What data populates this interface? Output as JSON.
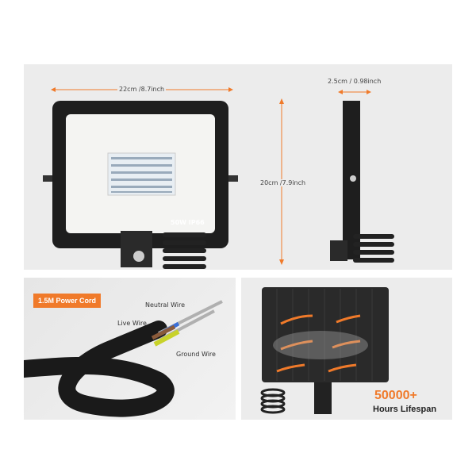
{
  "dimensions": {
    "width_label": "22cm /8.7inch",
    "depth_label": "2.5cm / 0.98inch",
    "height_label": "20cm /7.9inch",
    "model_label": "50W  IP66"
  },
  "cord": {
    "badge": "1.5M Power Cord",
    "neutral": "Neutral Wire",
    "live": "Live Wire",
    "ground": "Ground Wire"
  },
  "lifespan": {
    "value": "50000+",
    "label": "Hours Lifespan"
  },
  "colors": {
    "accent": "#f07a2a",
    "panel": "#ececec"
  }
}
